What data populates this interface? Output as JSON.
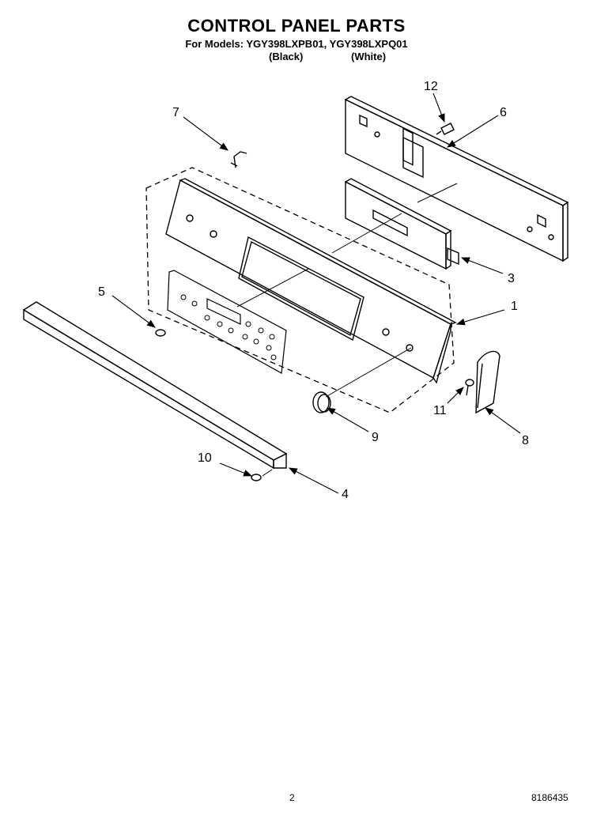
{
  "header": {
    "title": "CONTROL PANEL PARTS",
    "models": "For Models: YGY398LXPB01, YGY398LXPQ01",
    "variant_black": "(Black)",
    "variant_white": "(White)"
  },
  "callouts": [
    {
      "id": "callout-1",
      "label": "1"
    },
    {
      "id": "callout-3",
      "label": "3"
    },
    {
      "id": "callout-4",
      "label": "4"
    },
    {
      "id": "callout-5",
      "label": "5"
    },
    {
      "id": "callout-6",
      "label": "6"
    },
    {
      "id": "callout-7",
      "label": "7"
    },
    {
      "id": "callout-8",
      "label": "8"
    },
    {
      "id": "callout-9",
      "label": "9"
    },
    {
      "id": "callout-10",
      "label": "10"
    },
    {
      "id": "callout-11",
      "label": "11"
    },
    {
      "id": "callout-12",
      "label": "12"
    }
  ],
  "footer": {
    "page_number": "2",
    "doc_number": "8186435"
  }
}
